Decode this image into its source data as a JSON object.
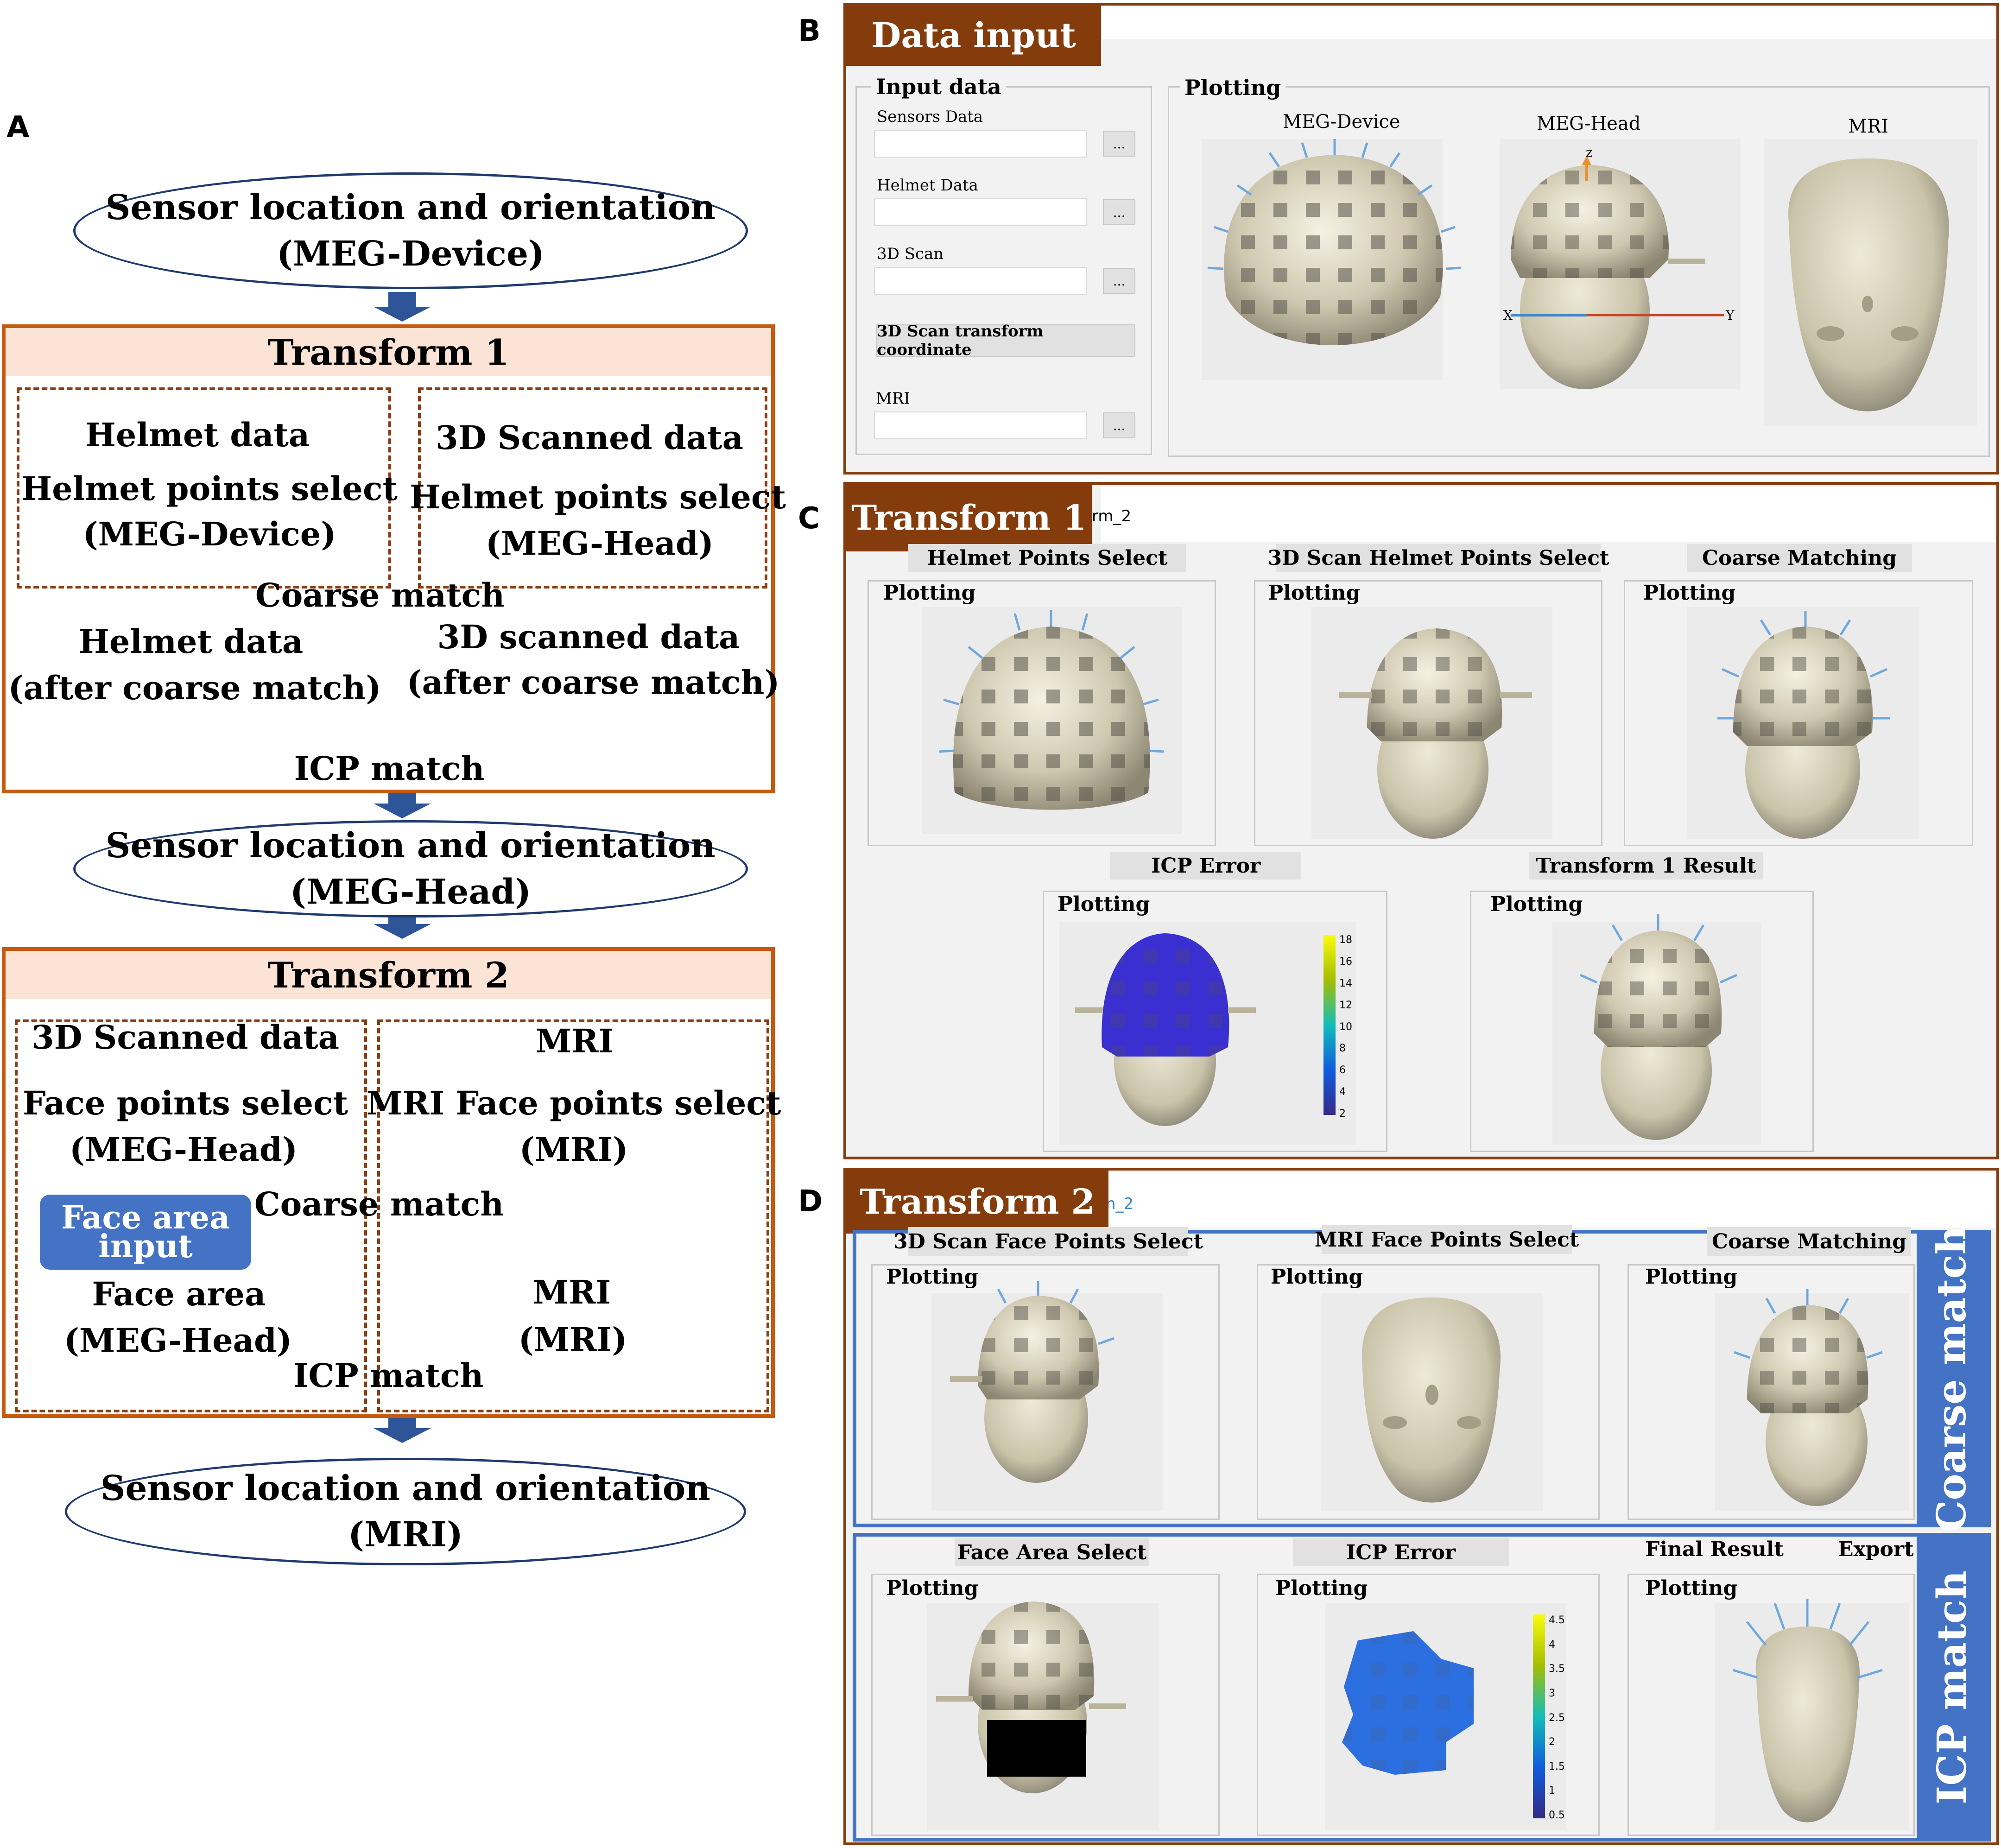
{
  "panels": {
    "a": "A",
    "b": "B",
    "c": "C",
    "d": "D"
  },
  "flow": {
    "sensor_title": "Sensor location and orientation",
    "sensor1_sub": "(MEG-Device)",
    "sensor2_sub": "(MEG-Head)",
    "sensor3_sub": "(MRI)",
    "t1": {
      "title": "Transform 1",
      "left_head": "Helmet data",
      "left_l1": "Helmet points select",
      "left_l2": "(MEG-Device)",
      "right_head": "3D Scanned data",
      "right_l1": "Helmet points select",
      "right_l2": "(MEG-Head)",
      "coarse": "Coarse match",
      "after_left_1": "Helmet data",
      "after_left_2": "(after coarse match)",
      "after_right_1": "3D scanned data",
      "after_right_2": "(after coarse match)",
      "icp": "ICP match"
    },
    "t2": {
      "title": "Transform 2",
      "left_head": "3D Scanned data",
      "left_l1": "Face points select",
      "left_l2": "(MEG-Head)",
      "right_head": "MRI",
      "right_l1": "MRI Face points select",
      "right_l2": "(MRI)",
      "face_btn_1": "Face area",
      "face_btn_2": "input",
      "coarse": "Coarse match",
      "face_area_1": "Face area",
      "face_area_2": "(MEG-Head)",
      "mri_1": "MRI",
      "mri_2": "(MRI)",
      "icp": "ICP match"
    }
  },
  "gui_b": {
    "tab": "Data input",
    "input_group": "Input data",
    "sensors": "Sensors Data",
    "helmet": "Helmet Data",
    "scan": "3D Scan",
    "transform_btn": "3D Scan transform coordinate",
    "mri": "MRI",
    "browse": "...",
    "plot_group": "Plotting",
    "view1": "MEG-Device",
    "view2": "MEG-Head",
    "view3": "MRI",
    "axis_z": "z",
    "axis_x": "X",
    "axis_y": "Y"
  },
  "gui_c": {
    "tab": "Transform 1",
    "behind_tab": "rm_2",
    "f1": "Helmet Points Select",
    "f2": "3D Scan Helmet Points Select",
    "f3": "Coarse Matching",
    "f4": "ICP Error",
    "f5": "Transform 1 Result",
    "plotting": "Plotting",
    "colorbar_ticks": [
      "18",
      "16",
      "14",
      "12",
      "10",
      "8",
      "6",
      "4",
      "2"
    ]
  },
  "gui_d": {
    "tab": "Transform 2",
    "behind_tab": "n_2",
    "f1": "3D Scan Face Points Select",
    "f2": "MRI Face Points Select",
    "f3": "Coarse Matching",
    "f4": "Face Area Select",
    "f5": "ICP Error",
    "f6": "Final Result",
    "export": "Export",
    "plotting": "Plotting",
    "coarse_bar": "Coarse match",
    "icp_bar": "ICP match",
    "colorbar_ticks": [
      "4.5",
      "4",
      "3.5",
      "3",
      "2.5",
      "2",
      "1.5",
      "1",
      "0.5"
    ]
  },
  "colors": {
    "orange_border": "#c55a11",
    "brown": "#843c0c",
    "blue": "#4472c4",
    "navy": "#1f3a6e",
    "arrow_orange": "#c55a11",
    "arrow_blue": "#2e5597"
  }
}
